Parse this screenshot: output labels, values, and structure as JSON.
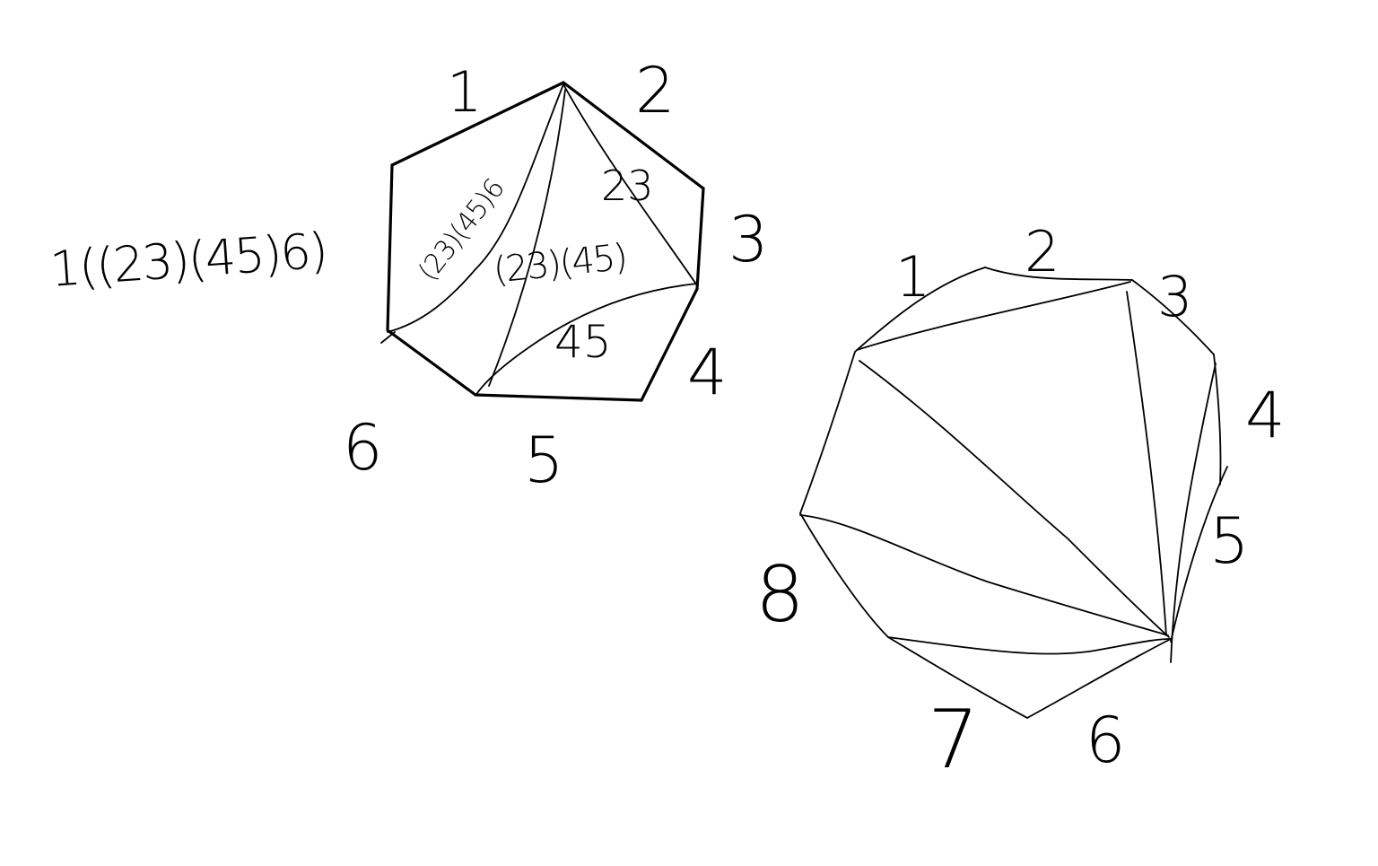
{
  "expression": "1((23)(45)6)",
  "hexagon": {
    "vertex_labels": [
      "1",
      "2",
      "3",
      "4",
      "5",
      "6"
    ],
    "region_labels": [
      "(23)(45)6",
      "(23)(45)",
      "23",
      "45"
    ]
  },
  "octagon": {
    "vertex_labels": [
      "1",
      "2",
      "3",
      "4",
      "5",
      "6",
      "7",
      "8"
    ]
  },
  "colors": {
    "ink": "#000000",
    "paper": "#ffffff"
  }
}
